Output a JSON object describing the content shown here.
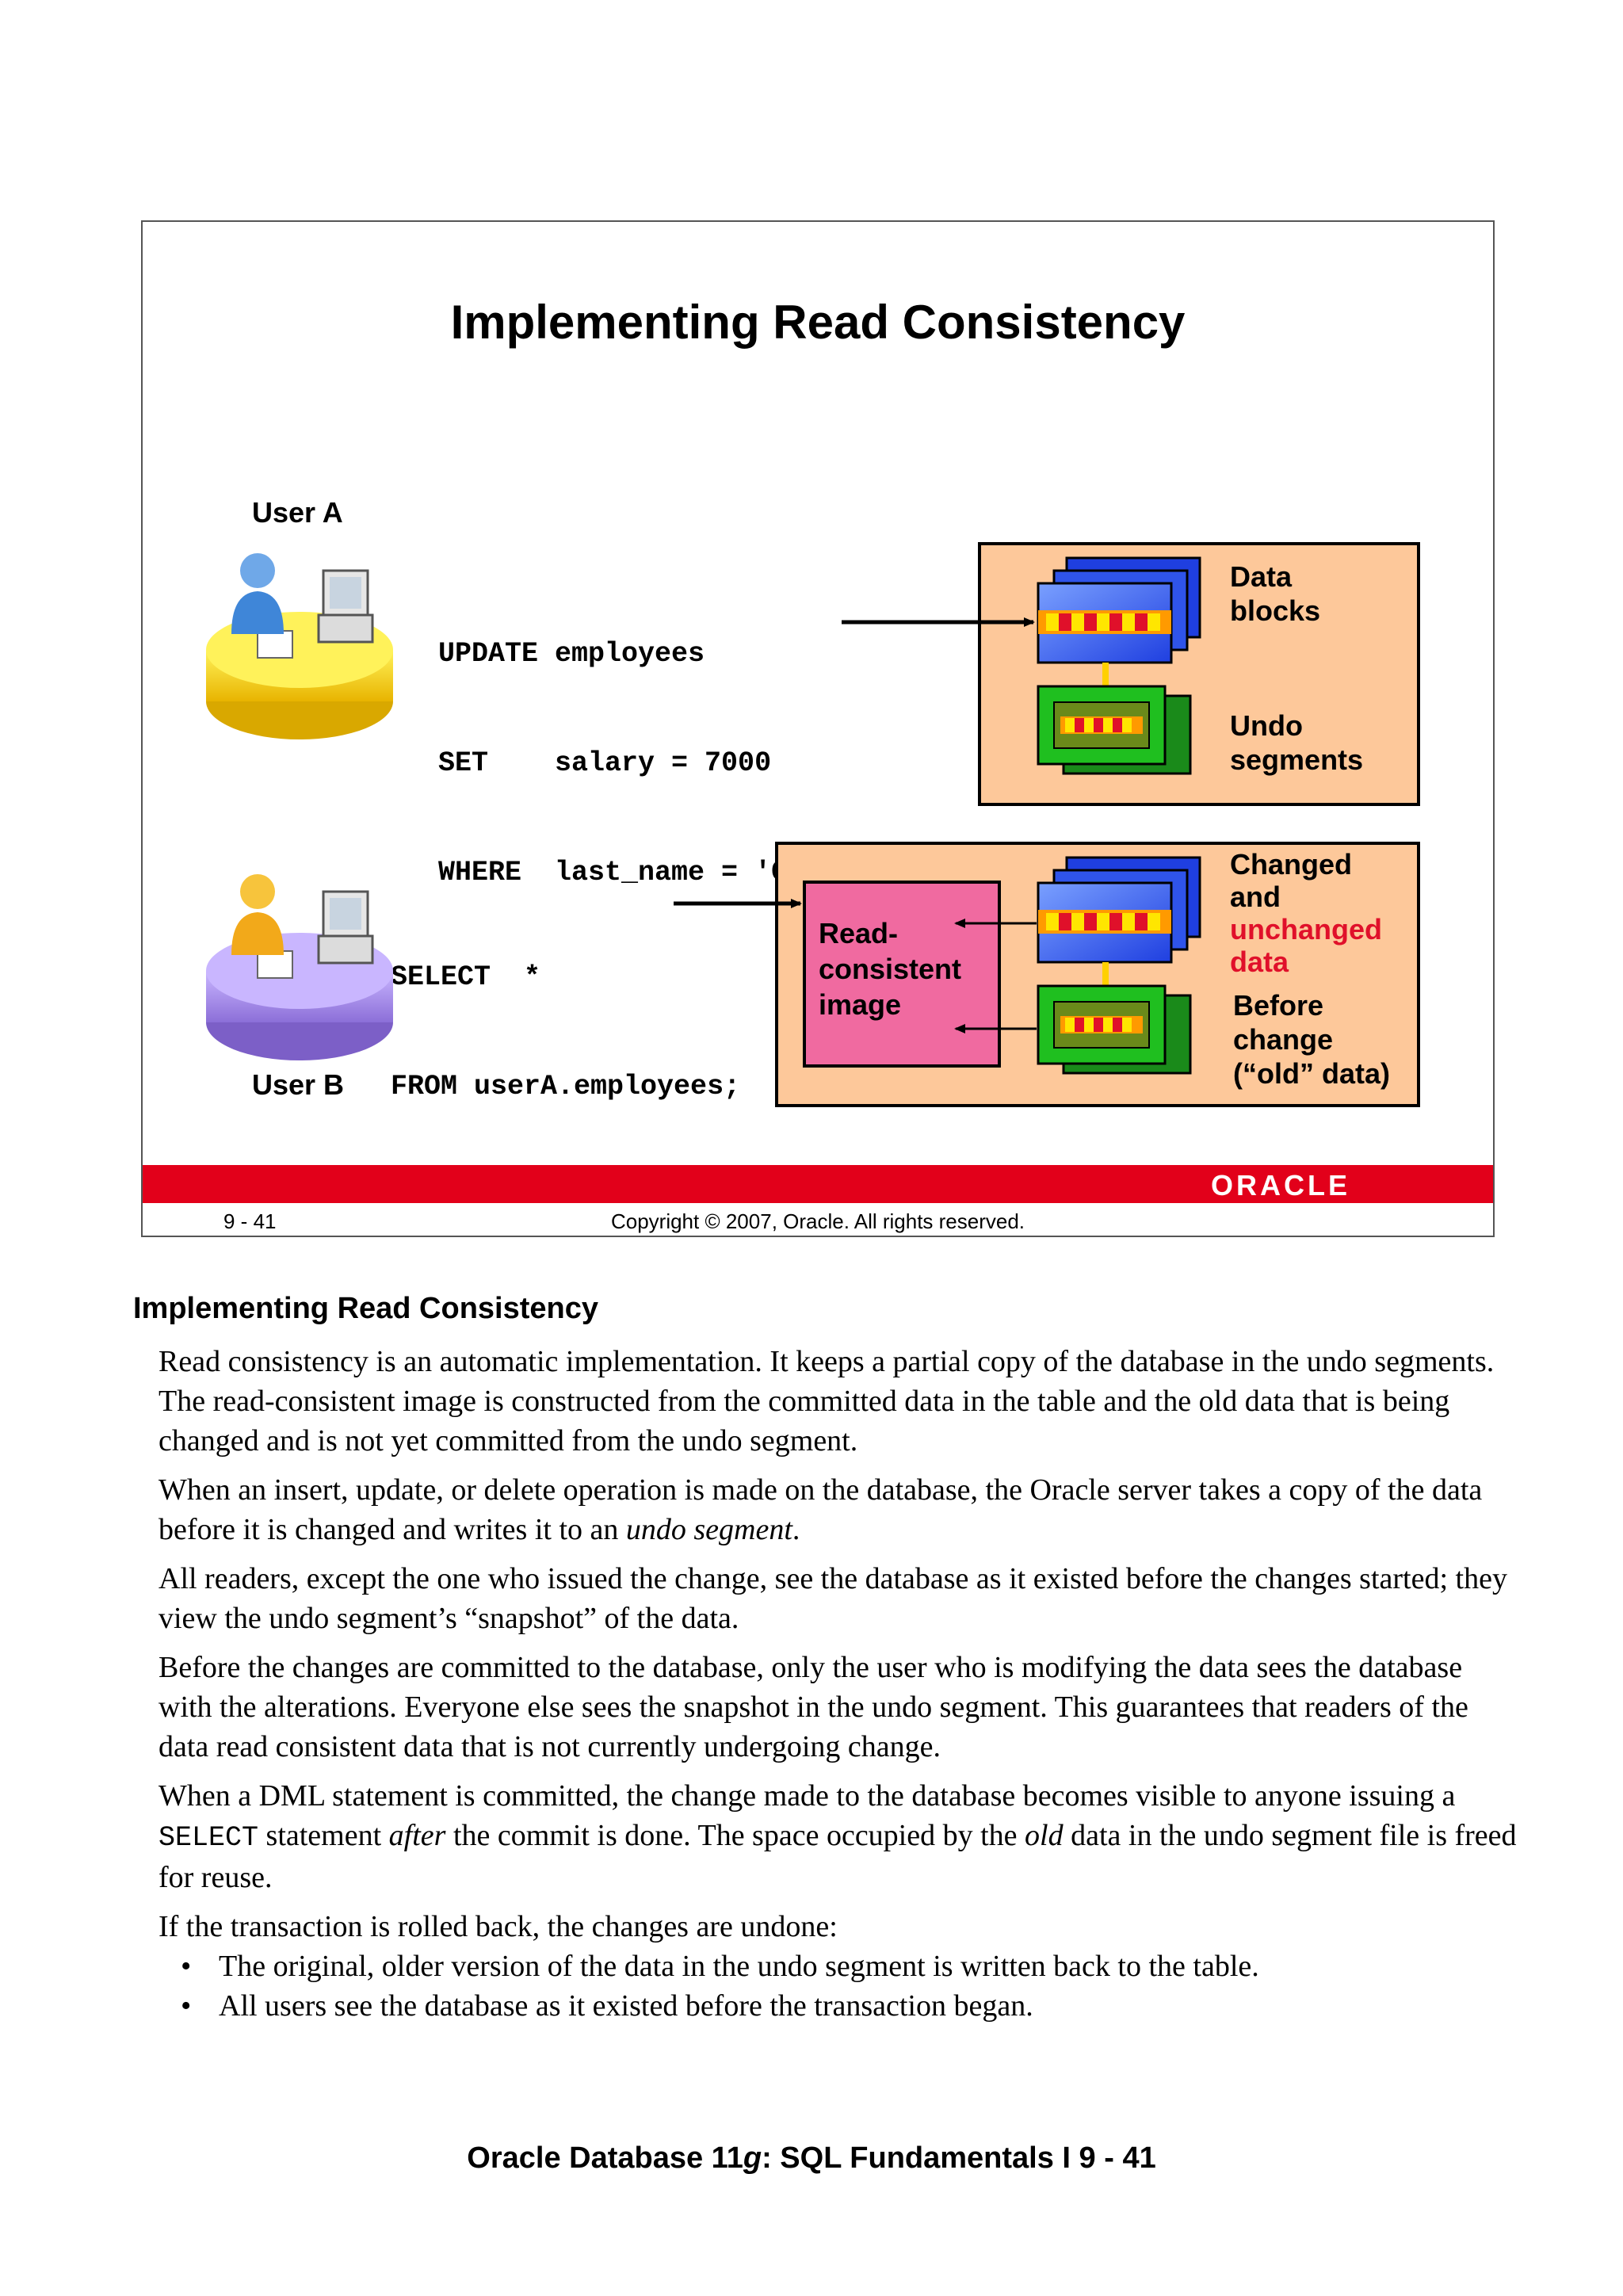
{
  "slide": {
    "title": "Implementing Read Consistency",
    "user_a": "User A",
    "user_b": "User B",
    "update_sql": [
      "UPDATE employees",
      "SET    salary = 7000",
      "WHERE  last_name = 'Grant';"
    ],
    "select_sql": [
      "SELECT  *",
      "FROM userA.employees;"
    ],
    "data_blocks": [
      "Data",
      "blocks"
    ],
    "undo_segments": [
      "Undo",
      "segments"
    ],
    "changed_label": [
      "Changed",
      "and"
    ],
    "unchanged_label": [
      "unchanged",
      "data"
    ],
    "before_change": [
      "Before",
      "change",
      "(“old” data)"
    ],
    "read_consistent": [
      "Read-",
      "consistent",
      "image"
    ],
    "oracle_logo": "ORACLE",
    "slide_number": "9 - 41",
    "copyright": "Copyright © 2007, Oracle. All rights reserved."
  },
  "colors": {
    "box_fill": "#fdc89a",
    "image_fill": "#f06aa0",
    "oracle_red": "#e2001a",
    "highlight_red": "#e0102a"
  },
  "notes": {
    "heading": "Implementing Read Consistency",
    "p1": "Read consistency is an automatic implementation. It keeps a partial copy of the database in the undo segments. The read-consistent image is constructed from the committed data in the table and the old data that is being changed and is not yet committed from the undo segment.",
    "p2_a": "When an insert, update, or delete operation is made on the database, the Oracle server takes a copy of the data before it is changed and writes it to an ",
    "p2_em": "undo segment",
    "p2_b": ".",
    "p3": "All readers, except the one who issued the change, see the database as it existed before the changes started; they view the undo segment’s “snapshot” of the data.",
    "p4": "Before the changes are committed to the database, only the user who is modifying the data sees the database with the alterations. Everyone else sees the snapshot in the undo segment. This guarantees that readers of the data read consistent data that is not currently undergoing change.",
    "p5_a": "When a DML statement is committed, the change made to the database becomes visible to anyone issuing a ",
    "p5_code": "SELECT",
    "p5_b": " statement ",
    "p5_em1": "after",
    "p5_c": " the commit is done. The space occupied by the ",
    "p5_em2": "old",
    "p5_d": " data in the undo segment file is freed for reuse.",
    "p6": "If the transaction is rolled back, the changes are undone:",
    "bullet_char": "•",
    "bullets": [
      "The original, older version of the data in the undo segment is written back to the table.",
      "All users see the database as it existed before the transaction began."
    ]
  },
  "footer": {
    "prefix": "Oracle Database 11",
    "g": "g",
    "suffix": ": SQL Fundamentals I   9 - 41"
  }
}
